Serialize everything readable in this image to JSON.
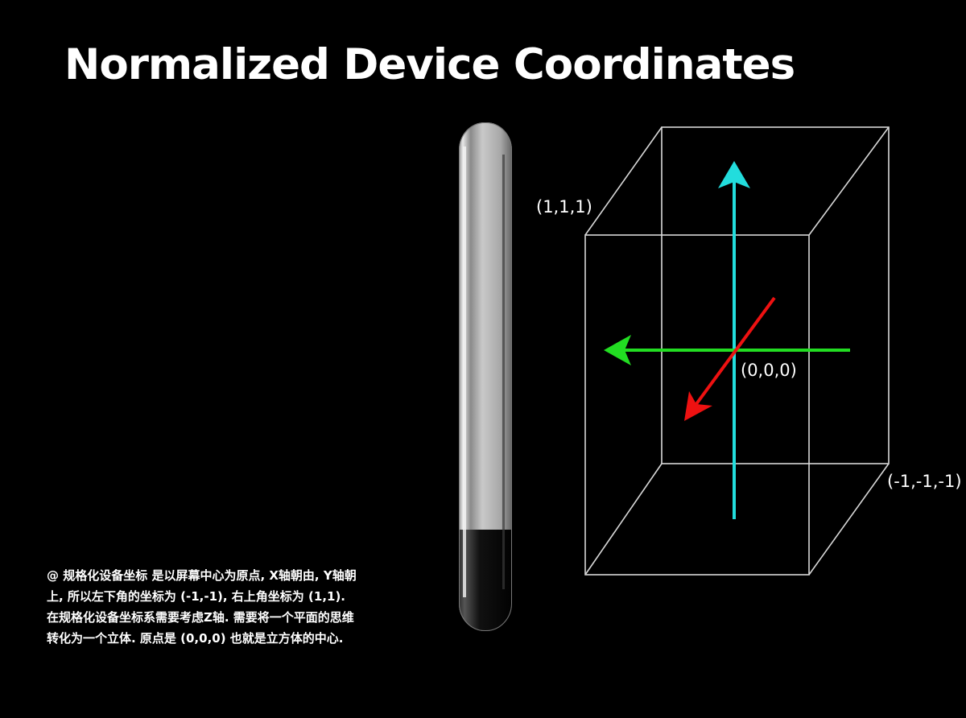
{
  "slide": {
    "title": "Normalized Device Coordinates"
  },
  "diagram": {
    "labels": {
      "corner_max": "(1,1,1)",
      "origin": "(0,0,0)",
      "corner_min": "(-1,-1,-1)"
    },
    "axes": {
      "x_axis_color": "#22dd22",
      "y_axis_color": "#22dddd",
      "z_axis_color": "#ee1111"
    },
    "cube_color": "#d8d8d8"
  },
  "device": {
    "description_icon": "phone-side-icon",
    "body_color": "#b9b9b9",
    "bottom_color": "#111111"
  },
  "caption": {
    "text": "@ 规格化设备坐标 是以屏幕中心为原点, X轴朝由, Y轴朝上, 所以左下角的坐标为 (-1,-1), 右上角坐标为 (1,1). 在规格化设备坐标系需要考虑Z轴. 需要将一个平面的思维转化为一个立体. 原点是 (0,0,0) 也就是立方体的中心."
  }
}
